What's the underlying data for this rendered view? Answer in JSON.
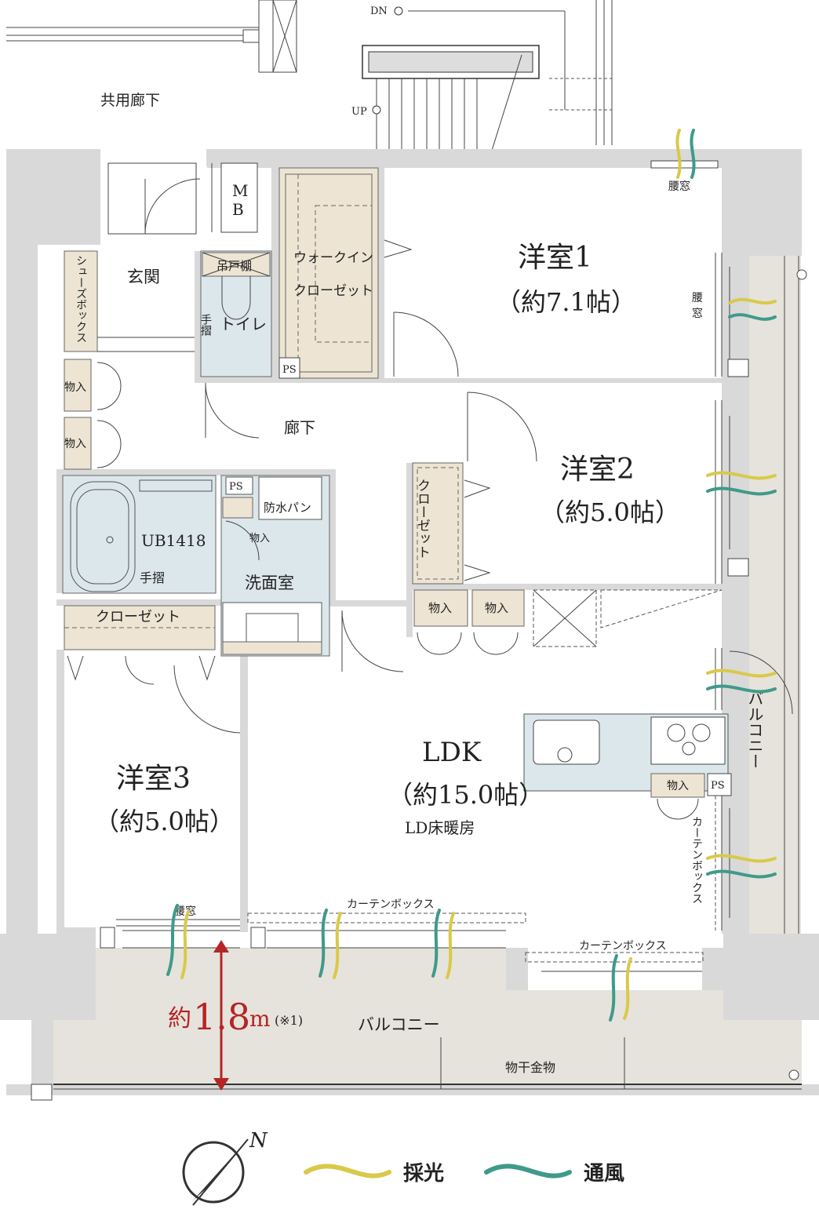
{
  "labels": {
    "common_corridor": "共用廊下",
    "dn": "DN",
    "up": "UP",
    "mb_m": "M",
    "mb_b": "B",
    "genkan": "玄関",
    "shoes_box": "シューズボックス",
    "toilet": "トイレ",
    "toilet_handrail": "手摺",
    "tsuritodana": "吊戸棚",
    "wic_line1": "ウォークイン",
    "wic_line2": "クローゼット",
    "ps": "PS",
    "room1_name": "洋室1",
    "room1_size": "（約7.1帖）",
    "room2_name": "洋室2",
    "room2_size": "（約5.0帖）",
    "room3_name": "洋室3",
    "room3_size": "（約5.0帖）",
    "koshimado": "腰窓",
    "koshimado_v1": "腰",
    "koshimado_v2": "窓",
    "storage": "物入",
    "corridor": "廊下",
    "closet": "クローゼット",
    "closet_vertical": "クローゼット",
    "unit_bath": "UB1418",
    "handrail": "手摺",
    "waterproof_pan": "防水パン",
    "washroom": "洗面室",
    "ldk_name": "LDK",
    "ldk_size": "（約15.0帖）",
    "ldk_floor_heating": "LD床暖房",
    "curtain_box": "カーテンボックス",
    "curtain_box_vertical": "カーテンボックス",
    "balcony": "バルコニー",
    "balcony_vertical": "バルコニー",
    "hoshikanamono": "物干金物",
    "balcony_depth_prefix": "約",
    "balcony_depth_value": "1.8",
    "balcony_depth_unit": "m",
    "balcony_depth_note": "(※1)",
    "compass": "N"
  },
  "legend": [
    {
      "label": "採光",
      "color": "#d9c94a",
      "icon": "daylight-wave"
    },
    {
      "label": "通風",
      "color": "#3f9a8a",
      "icon": "ventilation-wave"
    }
  ],
  "colors": {
    "wall": "#d9d9d9",
    "closet": "#ede4d3",
    "wet_area": "#dce7ec",
    "balcony": "#e6e3dc",
    "dimension": "#b52525"
  }
}
